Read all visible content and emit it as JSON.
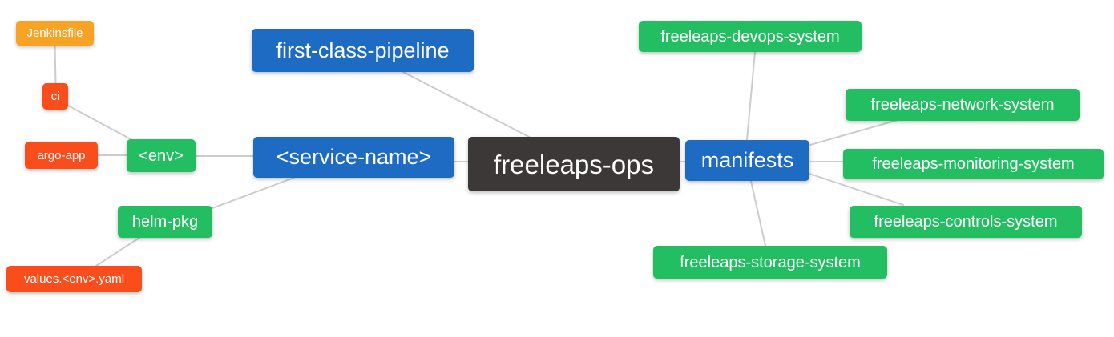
{
  "diagram": {
    "title": "freeleaps-ops mind map",
    "background": "#FFFFFF",
    "edge_color": "#CCCCCC",
    "colors": {
      "orange": "#F9A325",
      "red": "#F94D1C",
      "green": "#23BE62",
      "blue": "#1E6BC4",
      "dark": "#3B3837",
      "text": "#FFFFFF"
    },
    "nodes": [
      {
        "id": "jenkinsfile",
        "label": "Jenkinsfile",
        "color": "orange"
      },
      {
        "id": "ci",
        "label": "ci",
        "color": "red"
      },
      {
        "id": "argo-app",
        "label": "argo-app",
        "color": "red"
      },
      {
        "id": "env",
        "label": "<env>",
        "color": "green"
      },
      {
        "id": "helm-pkg",
        "label": "helm-pkg",
        "color": "green"
      },
      {
        "id": "values-env-yaml",
        "label": "values.<env>.yaml",
        "color": "red"
      },
      {
        "id": "first-class-pipeline",
        "label": "first-class-pipeline",
        "color": "blue"
      },
      {
        "id": "service-name",
        "label": "<service-name>",
        "color": "blue"
      },
      {
        "id": "freeleaps-ops",
        "label": "freeleaps-ops",
        "color": "dark"
      },
      {
        "id": "manifests",
        "label": "manifests",
        "color": "blue"
      },
      {
        "id": "freeleaps-devops-system",
        "label": "freeleaps-devops-system",
        "color": "green"
      },
      {
        "id": "freeleaps-network-system",
        "label": "freeleaps-network-system",
        "color": "green"
      },
      {
        "id": "freeleaps-monitoring-system",
        "label": "freeleaps-monitoring-system",
        "color": "green"
      },
      {
        "id": "freeleaps-controls-system",
        "label": "freeleaps-controls-system",
        "color": "green"
      },
      {
        "id": "freeleaps-storage-system",
        "label": "freeleaps-storage-system",
        "color": "green"
      }
    ],
    "edges": [
      [
        "jenkinsfile",
        "ci"
      ],
      [
        "ci",
        "env"
      ],
      [
        "argo-app",
        "env"
      ],
      [
        "env",
        "service-name"
      ],
      [
        "service-name",
        "helm-pkg"
      ],
      [
        "helm-pkg",
        "values-env-yaml"
      ],
      [
        "first-class-pipeline",
        "freeleaps-ops"
      ],
      [
        "service-name",
        "freeleaps-ops"
      ],
      [
        "freeleaps-ops",
        "manifests"
      ],
      [
        "manifests",
        "freeleaps-devops-system"
      ],
      [
        "manifests",
        "freeleaps-network-system"
      ],
      [
        "manifests",
        "freeleaps-monitoring-system"
      ],
      [
        "manifests",
        "freeleaps-controls-system"
      ],
      [
        "manifests",
        "freeleaps-storage-system"
      ]
    ]
  }
}
